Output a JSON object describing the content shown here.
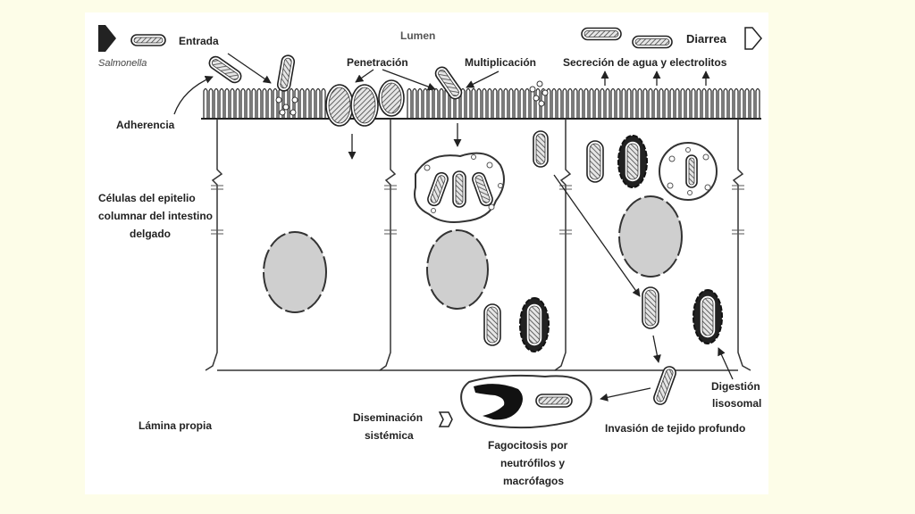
{
  "labels": {
    "lumen": "Lumen",
    "entrada": "Entrada",
    "salmonella": "Salmonella",
    "penetracion": "Penetración",
    "multiplicacion": "Multiplicación",
    "diarrea": "Diarrea",
    "secrecion": "Secreción de agua y electrolitos",
    "adherencia": "Adherencia",
    "celulas": [
      "Células del epitelio",
      "columnar del intestino",
      "delgado"
    ],
    "lamina": "Lámina propia",
    "diseminacion": [
      "Diseminación",
      "sistémica"
    ],
    "fagocitosis": [
      "Fagocitosis por",
      "neutrófilos y",
      "macrófagos"
    ],
    "invasion": "Invasión de tejido profundo",
    "digestion": [
      "Digestión",
      "lisosomal"
    ]
  },
  "colors": {
    "background": "#fdfde8",
    "panel": "#ffffff",
    "ink": "#222222",
    "nucleus": "#cfcfcf",
    "bacterium_fill": "#bdbdbd"
  }
}
